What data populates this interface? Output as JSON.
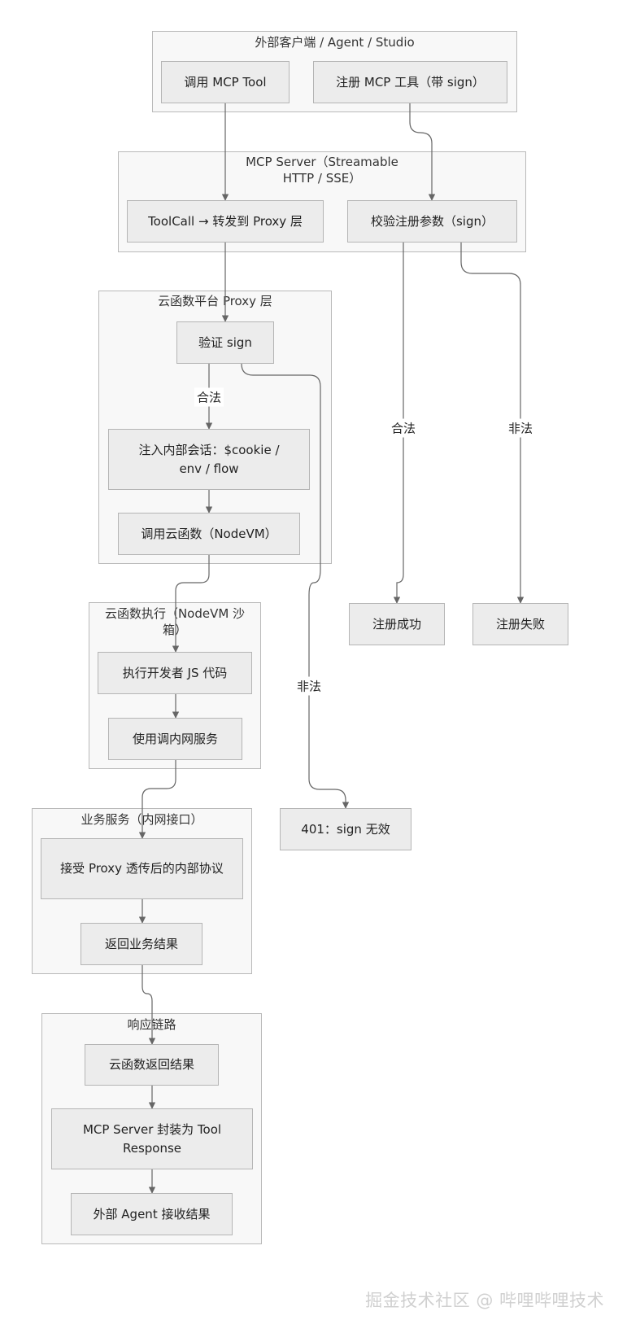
{
  "groups": {
    "client": "外部客户端 / Agent / Studio",
    "mcp_server": "MCP Server（Streamable HTTP / SSE）",
    "proxy": "云函数平台 Proxy 层",
    "nodevm": "云函数执行（NodeVM 沙箱）",
    "business": "业务服务（内网接口）",
    "response": "响应链路"
  },
  "nodes": {
    "call_tool": "调用 MCP Tool",
    "register_tool": "注册 MCP 工具（带 sign）",
    "toolcall_forward": "ToolCall → 转发到 Proxy 层",
    "validate_register": "校验注册参数（sign）",
    "verify_sign": "验证 sign",
    "inject_session": "注入内部会话：$cookie / env / flow",
    "invoke_function": "调用云函数（NodeVM）",
    "register_success": "注册成功",
    "register_fail": "注册失败",
    "exec_js": "执行开发者 JS 代码",
    "use_intranet": "使用调内网服务",
    "invalid_401": "401：sign 无效",
    "accept_protocol": "接受 Proxy 透传后的内部协议",
    "return_business": "返回业务结果",
    "fn_return": "云函数返回结果",
    "wrap_response": "MCP Server 封装为 Tool Response",
    "agent_receive": "外部 Agent 接收结果"
  },
  "edge_labels": {
    "legal_verify": "合法",
    "legal_register": "合法",
    "illegal_register": "非法",
    "illegal_verify": "非法"
  },
  "watermark": "掘金技术社区 @ 哔哩哔哩技术",
  "colors": {
    "node_fill": "#ececec",
    "group_fill": "#f8f8f8",
    "border": "#b5b5b5",
    "edge": "#666666"
  }
}
